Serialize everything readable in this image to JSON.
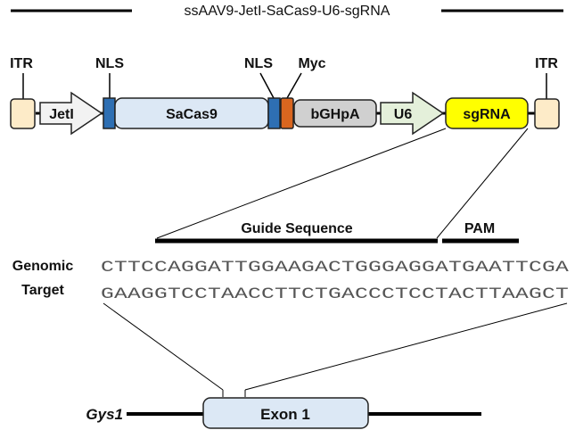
{
  "title": "ssAAV9-JetI-SaCas9-U6-sgRNA",
  "construct": {
    "itr_left_label": "ITR",
    "itr_right_label": "ITR",
    "nls_left_label": "NLS",
    "nls_right_label": "NLS",
    "myc_label": "Myc",
    "jeti": "JetI",
    "sacas9": "SaCas9",
    "bghpa": "bGHpA",
    "u6": "U6",
    "sgrna": "sgRNA"
  },
  "target": {
    "guide_label": "Guide Sequence",
    "pam_label": "PAM",
    "genomic_label_line1": "Genomic",
    "genomic_label_line2": "Target",
    "top_strand": "CTTCCAGGATTGGAAGACTGGGAGGATGAATTCGA",
    "bottom_strand": "GAAGGTCCTAACCTTCTGACCCTCCTACTTAAGCT"
  },
  "locus": {
    "gene_name": "Gys1",
    "exon_label": "Exon 1"
  },
  "colors": {
    "itr": "#fdebc8",
    "promoter": "#f2f2f2",
    "nls": "#2e6fb3",
    "sacas9": "#dce8f5",
    "myc": "#d9661f",
    "bghpa": "#d0d0d0",
    "u6": "#e4f0da",
    "sgrna": "#ffff00",
    "exon": "#dce8f5"
  }
}
